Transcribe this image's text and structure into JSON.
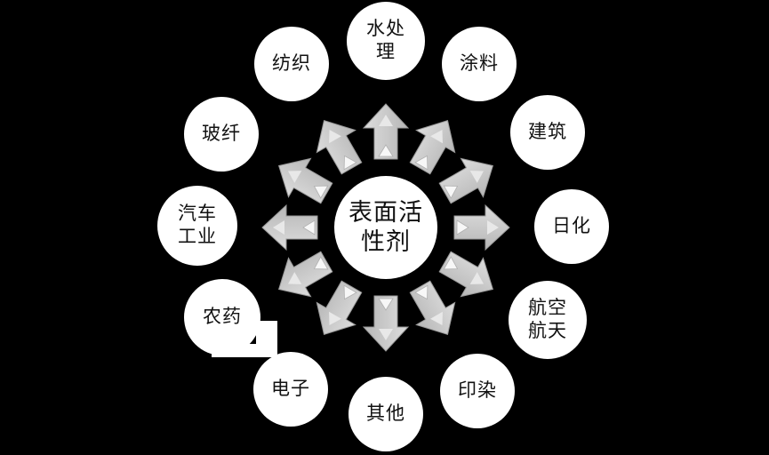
{
  "diagram": {
    "center": {
      "label": "表面活\n性剂"
    },
    "nodes": [
      {
        "id": "water-treatment",
        "label": "水处\n理"
      },
      {
        "id": "textile",
        "label": "纺织"
      },
      {
        "id": "coating",
        "label": "涂料"
      },
      {
        "id": "glass-fiber",
        "label": "玻纤"
      },
      {
        "id": "construction",
        "label": "建筑"
      },
      {
        "id": "automotive-industry",
        "label": "汽车\n工业"
      },
      {
        "id": "daily-chemicals",
        "label": "日化"
      },
      {
        "id": "pesticide",
        "label": "农药"
      },
      {
        "id": "aerospace",
        "label": "航空\n航天"
      },
      {
        "id": "electronics",
        "label": "电子"
      },
      {
        "id": "printing-dyeing",
        "label": "印染"
      },
      {
        "id": "other",
        "label": "其他"
      }
    ],
    "colors": {
      "background": "#000000",
      "node_fill": "#ffffff",
      "node_text": "#111111",
      "arrow_fill": "#c9c9c9",
      "arrow_edge": "#9a9a9a",
      "arrow_highlight": "#f7f7f7"
    }
  }
}
